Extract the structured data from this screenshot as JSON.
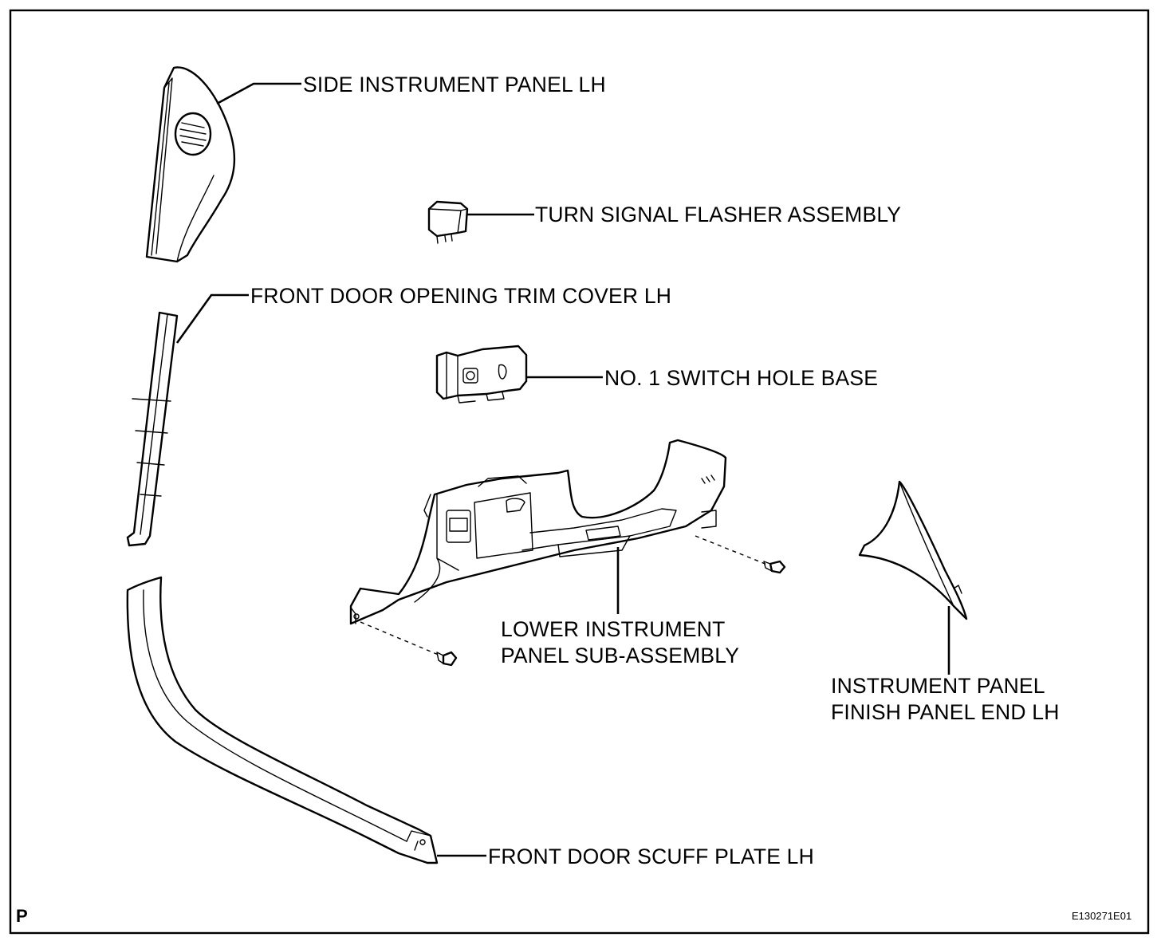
{
  "labels": {
    "side_instrument_panel": "SIDE INSTRUMENT PANEL LH",
    "turn_signal_flasher": "TURN SIGNAL FLASHER ASSEMBLY",
    "front_door_opening_trim": "FRONT DOOR OPENING TRIM COVER LH",
    "switch_hole_base": "NO. 1 SWITCH HOLE BASE",
    "lower_instrument_panel_line1": "LOWER INSTRUMENT",
    "lower_instrument_panel_line2": "PANEL SUB-ASSEMBLY",
    "finish_panel_end_line1": "INSTRUMENT PANEL",
    "finish_panel_end_line2": "FINISH PANEL END LH",
    "front_door_scuff_plate": "FRONT DOOR SCUFF PLATE LH"
  },
  "corner": {
    "left_mark": "P",
    "figure_code": "E130271E01"
  }
}
